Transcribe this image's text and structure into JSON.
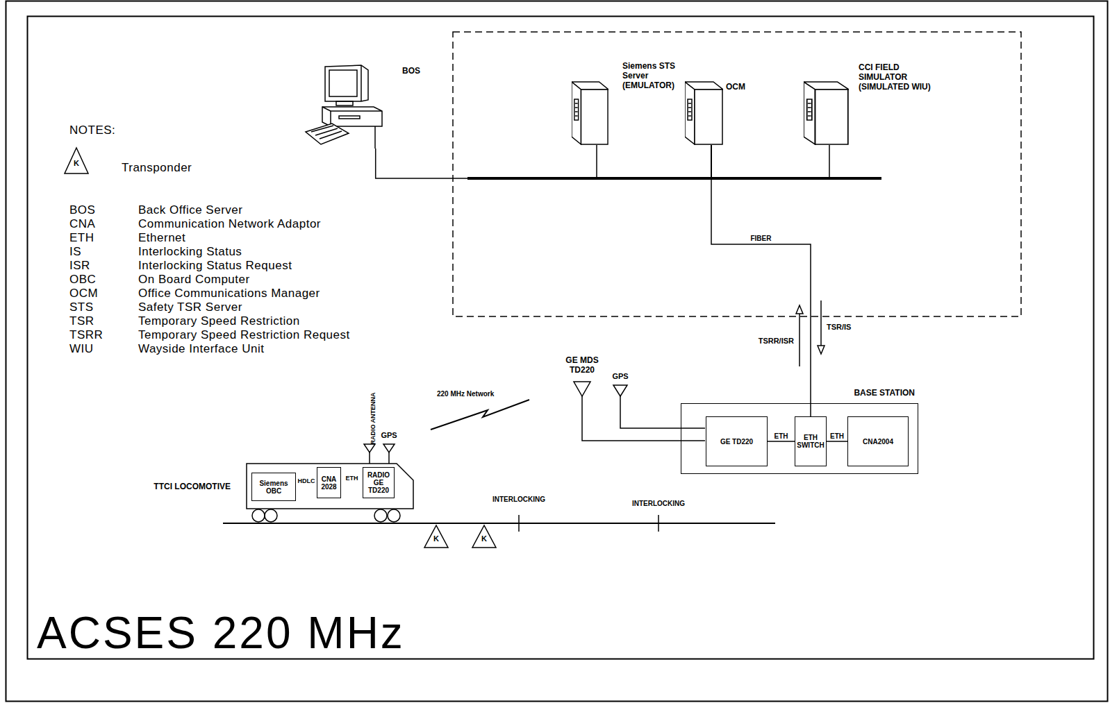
{
  "diagram": {
    "title": "ACSES 220 MHz",
    "nodes": [
      {
        "text": [
          "BOS"
        ]
      },
      {
        "text": [
          "Siemens STS Server (EMULATOR)"
        ]
      },
      {
        "text": [
          "OCM"
        ]
      },
      {
        "text": [
          "CCI FIELD SIMULATOR (SIMULATED WIU)"
        ]
      },
      {
        "text": [
          "BASE STATION"
        ]
      },
      {
        "text": [
          "GE TD220"
        ],
        "in": 4
      },
      {
        "text": [
          "ETH SWITCH"
        ],
        "in": 4
      },
      {
        "text": [
          "CNA2004"
        ],
        "in": 4
      },
      {
        "text": [
          "TTCI LOCOMOTIVE"
        ]
      },
      {
        "text": [
          "Siemens OBC"
        ],
        "in": 8
      },
      {
        "text": [
          "CNA 2028"
        ],
        "in": 8
      },
      {
        "text": [
          "RADIO GE TD220"
        ],
        "in": 8
      }
    ],
    "edges": [
      {
        "from": 0,
        "to": 2,
        "arrow": "none"
      },
      {
        "from": 1,
        "to": 2,
        "arrow": "none"
      },
      {
        "from": 2,
        "to": 3,
        "arrow": "none"
      },
      {
        "from": 2,
        "to": 6,
        "label": "FIBER",
        "arrow": "none"
      },
      {
        "from": 5,
        "to": 6,
        "label": "ETH",
        "arrow": "none"
      },
      {
        "from": 6,
        "to": 7,
        "label": "ETH",
        "arrow": "none"
      },
      {
        "from": 9,
        "to": 10,
        "label": "HDLC",
        "arrow": "none"
      },
      {
        "from": 10,
        "to": 11,
        "label": "ETH",
        "arrow": "none"
      }
    ],
    "labels": [
      "NOTES:",
      "K",
      "BOS",
      "Back Office Server",
      "CNA",
      "Communication Network Adaptor",
      "ETH",
      "Ethernet",
      "IS",
      "Interlocking Status",
      "ISR",
      "Interlocking Status Request",
      "OBC",
      "On Board Computer",
      "OCM",
      "Office Communications Manager",
      "STS",
      "Safety TSR Server",
      "TSR",
      "Temporary Speed Restriction",
      "TSRR",
      "Temporary Speed Restriction Request",
      "WIU",
      "Wayside Interface Unit",
      "TSRR/ISR",
      "TSR/IS",
      "GE MDS TD220",
      "GPS",
      "220 MHz Network",
      "RADIO ANTENNA",
      "GPS",
      "INTERLOCKING",
      "INTERLOCKING",
      "K",
      "K"
    ],
    "legend": [
      {
        "text": "Transponder"
      }
    ]
  }
}
